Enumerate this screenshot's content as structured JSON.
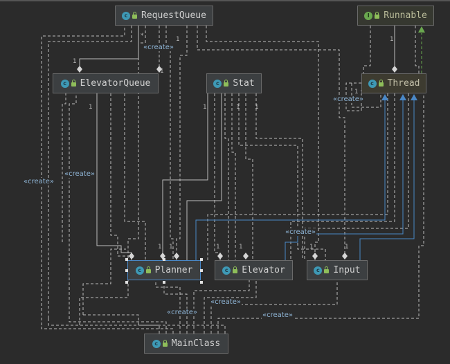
{
  "colors": {
    "background": "#2b2b2b",
    "edge_dashed": "#bcbcbc",
    "edge_inherit": "#4a88c7",
    "edge_implements": "#6aa84f",
    "label": "#8fb5d6"
  },
  "nodes": {
    "request_queue": {
      "name": "RequestQueue",
      "icon": "class-icon",
      "badge": "c"
    },
    "runnable": {
      "name": "Runnable",
      "icon": "interface-icon",
      "badge": "I"
    },
    "elevator_queue": {
      "name": "ElevatorQueue",
      "icon": "class-icon",
      "badge": "c"
    },
    "stat": {
      "name": "Stat",
      "icon": "class-icon",
      "badge": "c"
    },
    "thread": {
      "name": "Thread",
      "icon": "class-icon",
      "badge": "c"
    },
    "planner": {
      "name": "Planner",
      "icon": "class-icon",
      "badge": "c"
    },
    "elevator": {
      "name": "Elevator",
      "icon": "class-icon",
      "badge": "c"
    },
    "input": {
      "name": "Input",
      "icon": "class-icon",
      "badge": "c"
    },
    "main_class": {
      "name": "MainClass",
      "icon": "main-class-icon",
      "badge": "c"
    }
  },
  "labels": {
    "create": "«create»",
    "one": "1",
    "star": "*"
  }
}
